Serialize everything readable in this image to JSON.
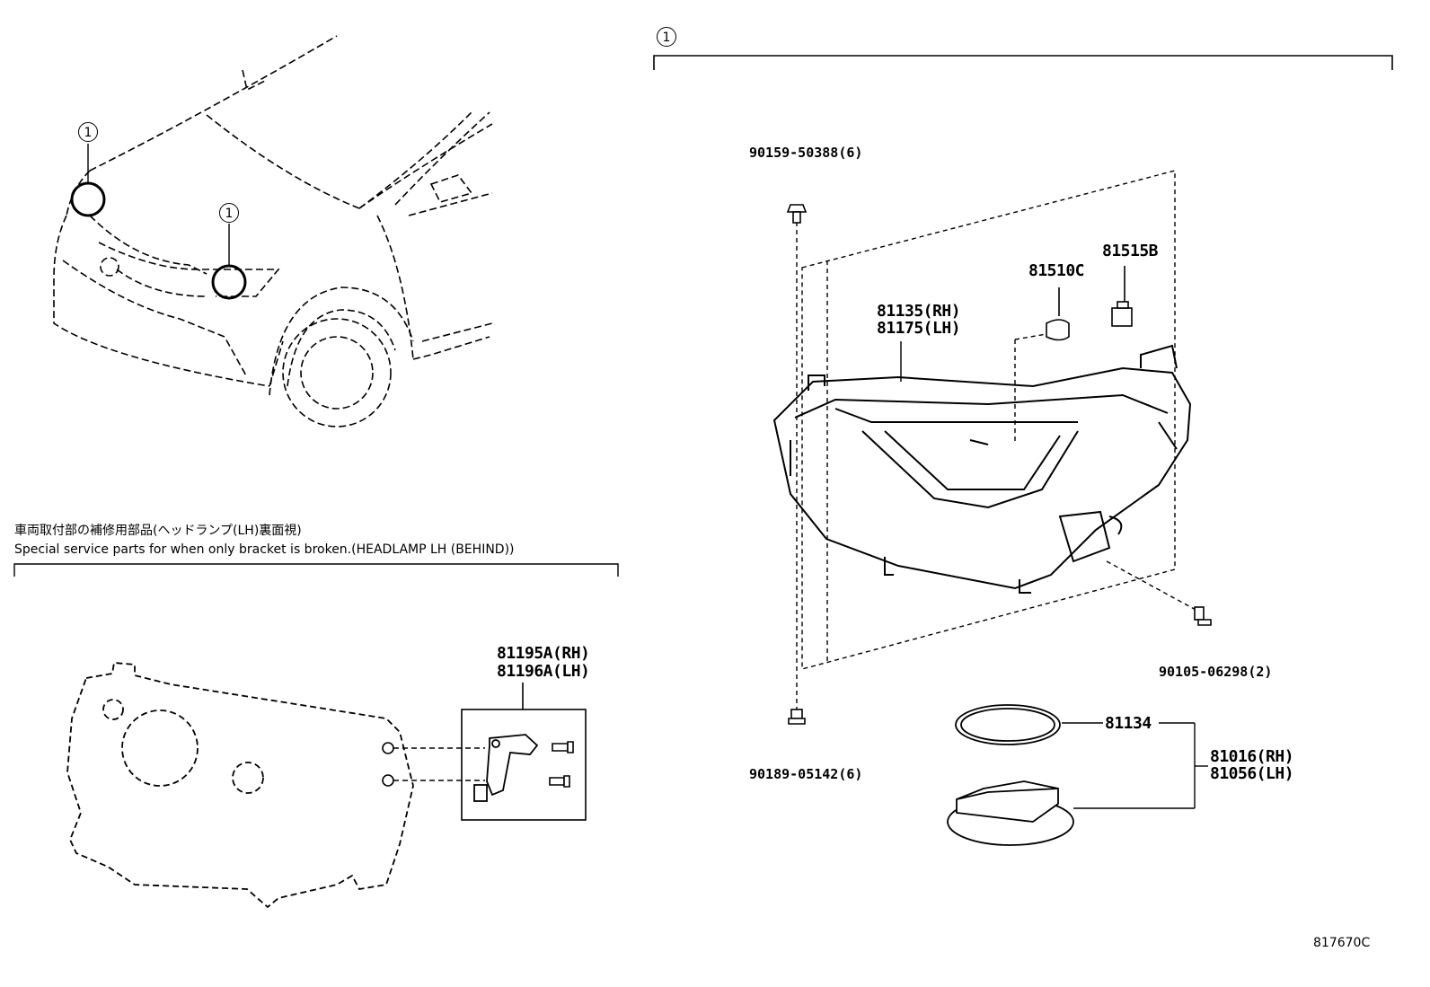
{
  "callouts": {
    "left_upper": "1",
    "left_lower": "1",
    "right_group": "1"
  },
  "note": {
    "japanese": "車両取付部の補修用部品(ヘッドランプ(LH)裏面視)",
    "english": "Special service parts for when only bracket is broken.(HEADLAMP LH (BEHIND))"
  },
  "parts": {
    "bolt_top": "90159-50388(6)",
    "bolt_bottom": "90189-05142(6)",
    "headlamp_rh": "81135(RH)",
    "headlamp_lh": "81175(LH)",
    "bulb": "81510C",
    "socket": "81515B",
    "screw": "90105-06298(2)",
    "gasket": "81134",
    "unit_rh": "81016(RH)",
    "unit_lh": "81056(LH)",
    "bracket_rh": "81195A(RH)",
    "bracket_lh": "81196A(LH)"
  },
  "diagram_code": "817670C"
}
